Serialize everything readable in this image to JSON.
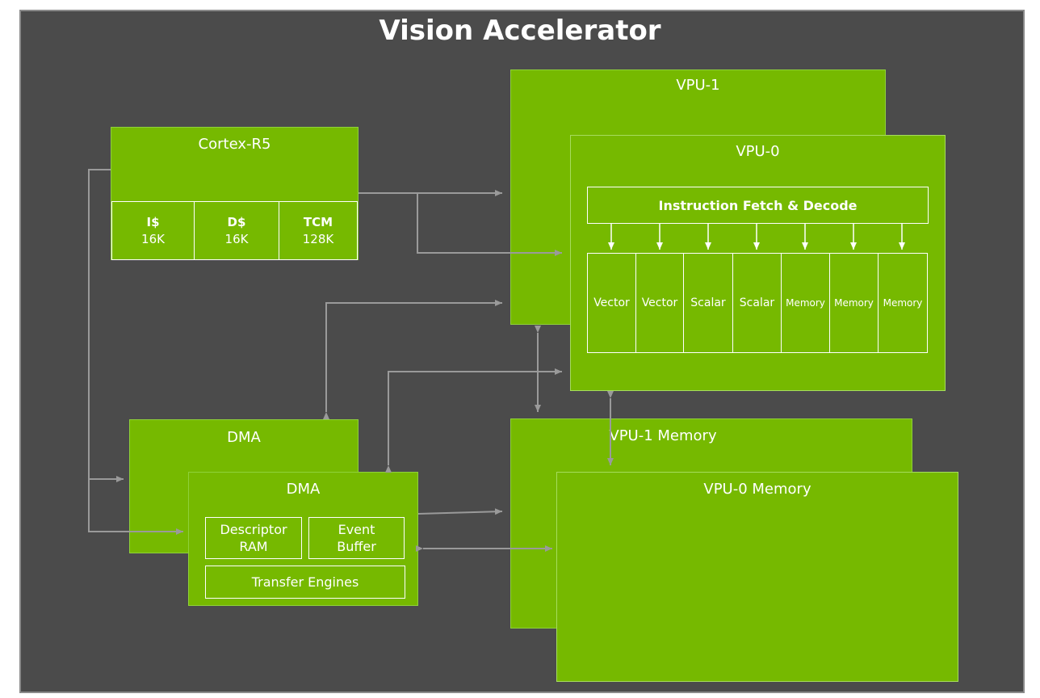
{
  "diagram": {
    "title": "Vision Accelerator",
    "cortex": {
      "title": "Cortex-R5",
      "caches": [
        {
          "name": "I$",
          "size": "16K"
        },
        {
          "name": "D$",
          "size": "16K"
        },
        {
          "name": "TCM",
          "size": "128K"
        }
      ]
    },
    "vpu1": {
      "title": "VPU-1"
    },
    "vpu0": {
      "title": "VPU-0",
      "fetch": "Instruction Fetch & Decode",
      "units": [
        "Vector",
        "Vector",
        "Scalar",
        "Scalar",
        "Memory",
        "Memory",
        "Memory"
      ]
    },
    "dma_back": {
      "title": "DMA"
    },
    "dma_front": {
      "title": "DMA",
      "descriptor": "Descriptor RAM",
      "event": "Event Buffer",
      "engines": "Transfer Engines"
    },
    "vpu1_mem": {
      "title": "VPU-1 Memory"
    },
    "vpu0_mem": {
      "title": "VPU-0 Memory"
    }
  }
}
